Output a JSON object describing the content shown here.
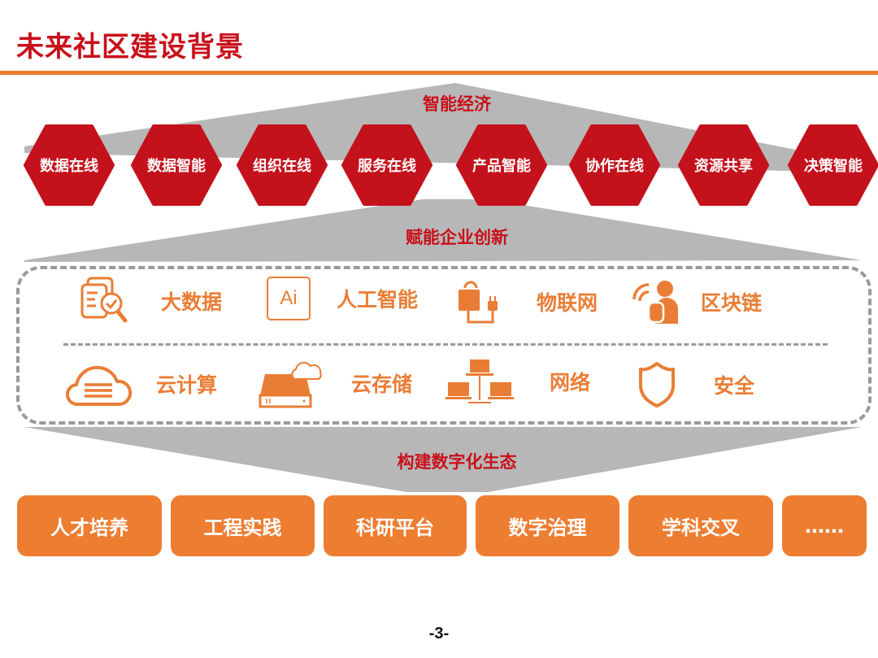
{
  "title": "未来社区建设背景",
  "colors": {
    "title_red": "#c8101a",
    "rule_orange": "#f07a2e",
    "hex_red": "#c4121c",
    "tech_orange": "#ea7d35",
    "pill_orange": "#ed7d31",
    "wedge_gray": "#b5b5b5",
    "dash_gray": "#9a9a9a"
  },
  "bands": {
    "top_label": "智能经济",
    "middle_label": "赋能企业创新",
    "bottom_label": "构建数字化生态"
  },
  "hexagons": [
    {
      "label": "数据在线"
    },
    {
      "label": "数据智能"
    },
    {
      "label": "组织在线"
    },
    {
      "label": "服务在线"
    },
    {
      "label": "产品智能"
    },
    {
      "label": "协作在线"
    },
    {
      "label": "资源共享"
    },
    {
      "label": "决策智能"
    }
  ],
  "technologies": {
    "row1": [
      {
        "label": "大数据",
        "icon": "document-search-icon"
      },
      {
        "label": "人工智能",
        "icon": "ai-box-icon",
        "icon_text": "Ai"
      },
      {
        "label": "物联网",
        "icon": "smart-plug-bag-icon"
      },
      {
        "label": "区块链",
        "icon": "wireless-person-icon"
      }
    ],
    "row2": [
      {
        "label": "云计算",
        "icon": "cloud-server-icon"
      },
      {
        "label": "云存储",
        "icon": "cloud-storage-icon"
      },
      {
        "label": "网络",
        "icon": "network-computers-icon"
      },
      {
        "label": "安全",
        "icon": "shield-icon"
      }
    ]
  },
  "outcomes": [
    {
      "label": "人才培养"
    },
    {
      "label": "工程实践"
    },
    {
      "label": "科研平台"
    },
    {
      "label": "数字治理"
    },
    {
      "label": "学科交叉"
    },
    {
      "label": "……"
    }
  ],
  "page_number": "-3-"
}
